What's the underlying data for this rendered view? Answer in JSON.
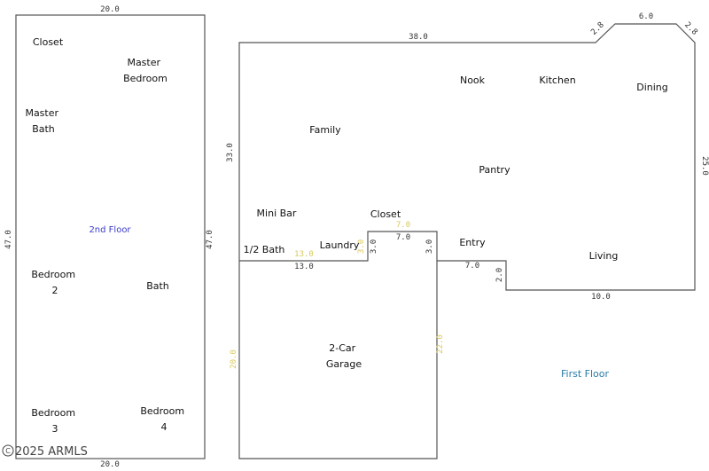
{
  "second_floor": {
    "title": "2nd Floor",
    "rooms": {
      "closet": "Closet",
      "master_bedroom": [
        "Master",
        "Bedroom"
      ],
      "master_bath": [
        "Master",
        "Bath"
      ],
      "bedroom_2": [
        "Bedroom",
        "2"
      ],
      "bath": "Bath",
      "bedroom_3": [
        "Bedroom",
        "3"
      ],
      "bedroom_4": [
        "Bedroom",
        "4"
      ]
    },
    "dimensions": {
      "top": "20.0",
      "bottom": "20.0",
      "left": "47.0",
      "right": "47.0"
    }
  },
  "first_floor": {
    "title": "First Floor",
    "rooms": {
      "nook": "Nook",
      "kitchen": "Kitchen",
      "dining": "Dining",
      "family": "Family",
      "pantry": "Pantry",
      "mini_bar": "Mini Bar",
      "closet": "Closet",
      "half_bath": "1/2 Bath",
      "laundry": "Laundry",
      "entry": "Entry",
      "living": "Living",
      "garage": [
        "2-Car",
        "Garage"
      ]
    },
    "dimensions": {
      "top": "38.0",
      "angle_left": "2.8",
      "top_right": "6.0",
      "angle_right": "2.8",
      "right": "25.0",
      "left": "33.0",
      "laundry_wall": "13.0",
      "laundry_wall_yellow": "13.0",
      "closet_top": "7.0",
      "closet_top_yellow": "7.0",
      "closet_left": "3.0",
      "closet_left_yellow": "3.0",
      "closet_right": "3.0",
      "entry_wall": "7.0",
      "entry_step": "2.0",
      "living_bottom": "10.0",
      "garage_left": "20.0",
      "garage_right": "22.0"
    }
  },
  "watermark": "2025 ARMLS"
}
